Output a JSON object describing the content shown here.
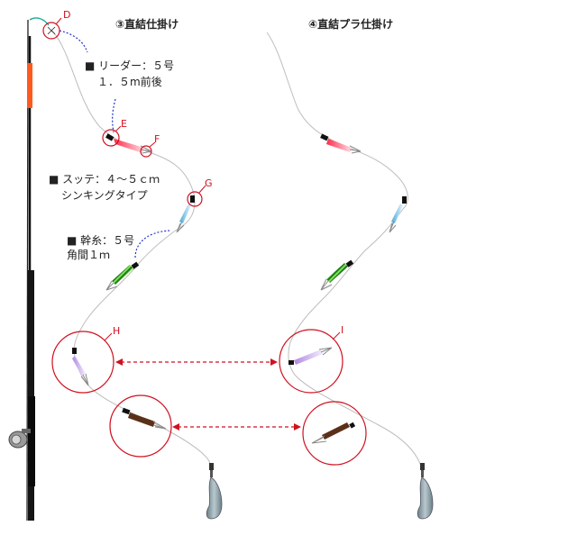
{
  "titles": {
    "left": "③直結仕掛け",
    "right": "④直結プラ仕掛け"
  },
  "notes": {
    "leader_line1": "■ リーダー：５号",
    "leader_line2": "１．５m前後",
    "sutte_line1": "■ スッテ：４～５ｃｍ",
    "sutte_line2": "シンキングタイプ",
    "mikito_line1": "■ 幹糸：５号",
    "mikito_line2": "角間１ｍ"
  },
  "markers": {
    "D": "D",
    "E": "E",
    "F": "F",
    "G": "G",
    "H": "H",
    "I": "I"
  },
  "colors": {
    "line": "#bbbbbb",
    "marker": "#d01020",
    "dotted": "#2233cc",
    "rod": "#1a1a1a",
    "rod_accent": "#ff5a1e",
    "sinker": "#8aa0a8",
    "green_lure": "#36b030",
    "blue_lure": "#7cc6e8",
    "pink_lure": "#ff3a5a",
    "lavender_lure": "#c8a0e8",
    "brown_lure": "#5a3018"
  }
}
